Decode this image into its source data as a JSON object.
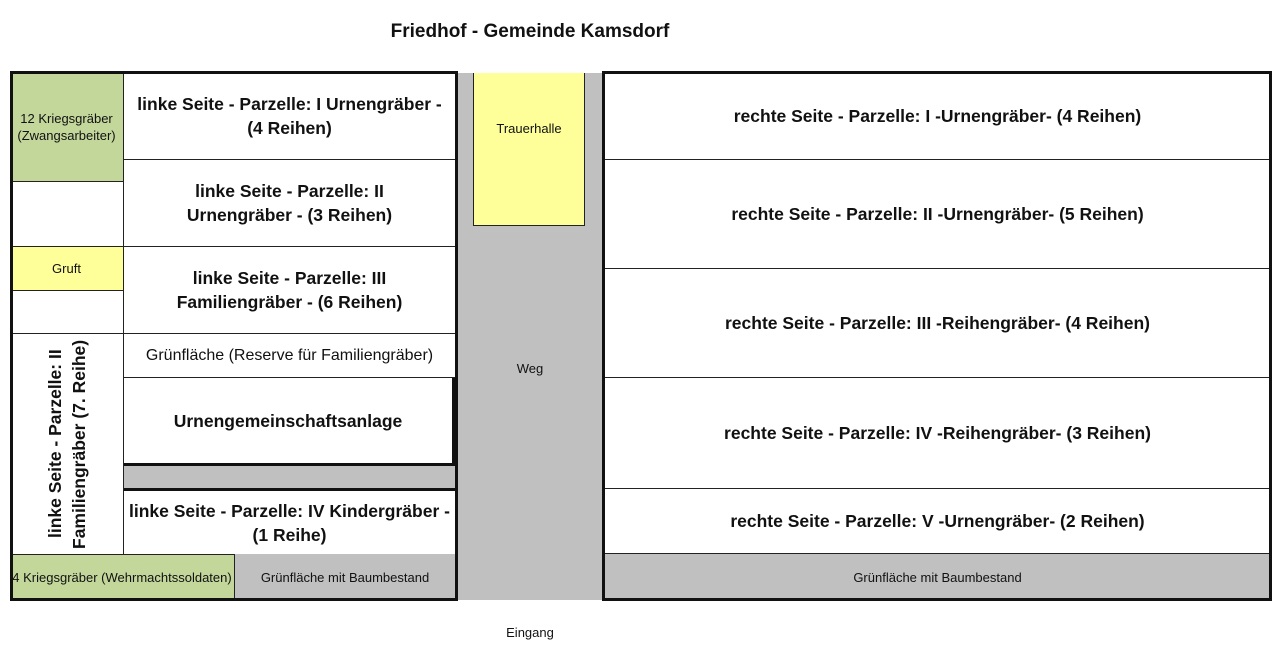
{
  "title": "Friedhof - Gemeinde Kamsdorf",
  "left": {
    "kriegsgraeber_12": "12 Kriegsgräber (Zwangsarbeiter)",
    "gruft": "Gruft",
    "parzelle_2_vertical": "linke Seite - Parzelle: II Familiengräber (7. Reihe)",
    "kriegsgraeber_4": "4 Kriegsgräber (Wehrmachtssoldaten)",
    "parzelle_1": "linke Seite - Parzelle: I Urnengräber - (4 Reihen)",
    "parzelle_2": "linke Seite - Parzelle: II Urnengräber - (3 Reihen)",
    "parzelle_3": "linke Seite - Parzelle: III Familiengräber - (6 Reihen)",
    "gruenflaeche_reserve": "Grünfläche (Reserve für Familiengräber)",
    "urnengemeinschaftsanlage": "Urnengemeinschaftsanlage",
    "parzelle_4": "linke Seite - Parzelle: IV Kindergräber - (1 Reihe)",
    "gruenflaeche_baum": "Grünfläche mit Baumbestand"
  },
  "middle": {
    "trauerhalle": "Trauerhalle",
    "weg": "Weg",
    "eingang": "Eingang"
  },
  "right": {
    "parzelle_1": "rechte Seite - Parzelle: I -Urnengräber- (4 Reihen)",
    "parzelle_2": "rechte Seite - Parzelle: II -Urnengräber- (5 Reihen)",
    "parzelle_3": "rechte Seite - Parzelle: III -Reihengräber- (4 Reihen)",
    "parzelle_4": "rechte Seite - Parzelle: IV -Reihengräber- (3 Reihen)",
    "parzelle_5": "rechte Seite - Parzelle: V -Urnengräber- (2 Reihen)",
    "gruenflaeche_baum": "Grünfläche mit Baumbestand"
  }
}
